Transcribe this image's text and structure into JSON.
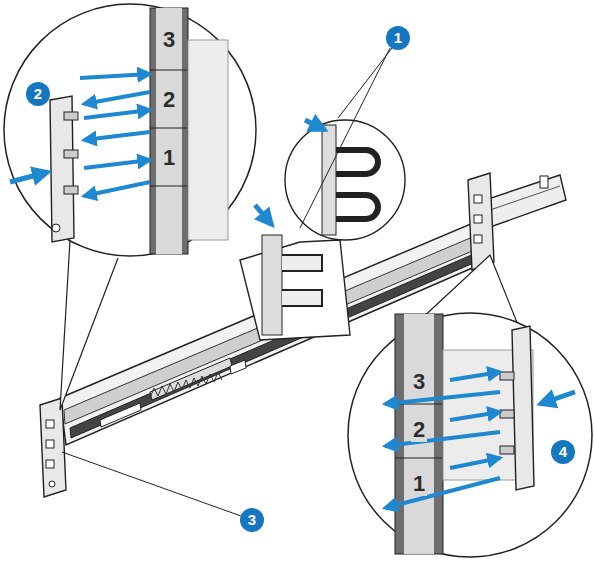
{
  "diagram": {
    "labels": [
      "1",
      "2",
      "3",
      "2",
      "1",
      "3",
      "2",
      "1",
      "4",
      "3"
    ]
  }
}
